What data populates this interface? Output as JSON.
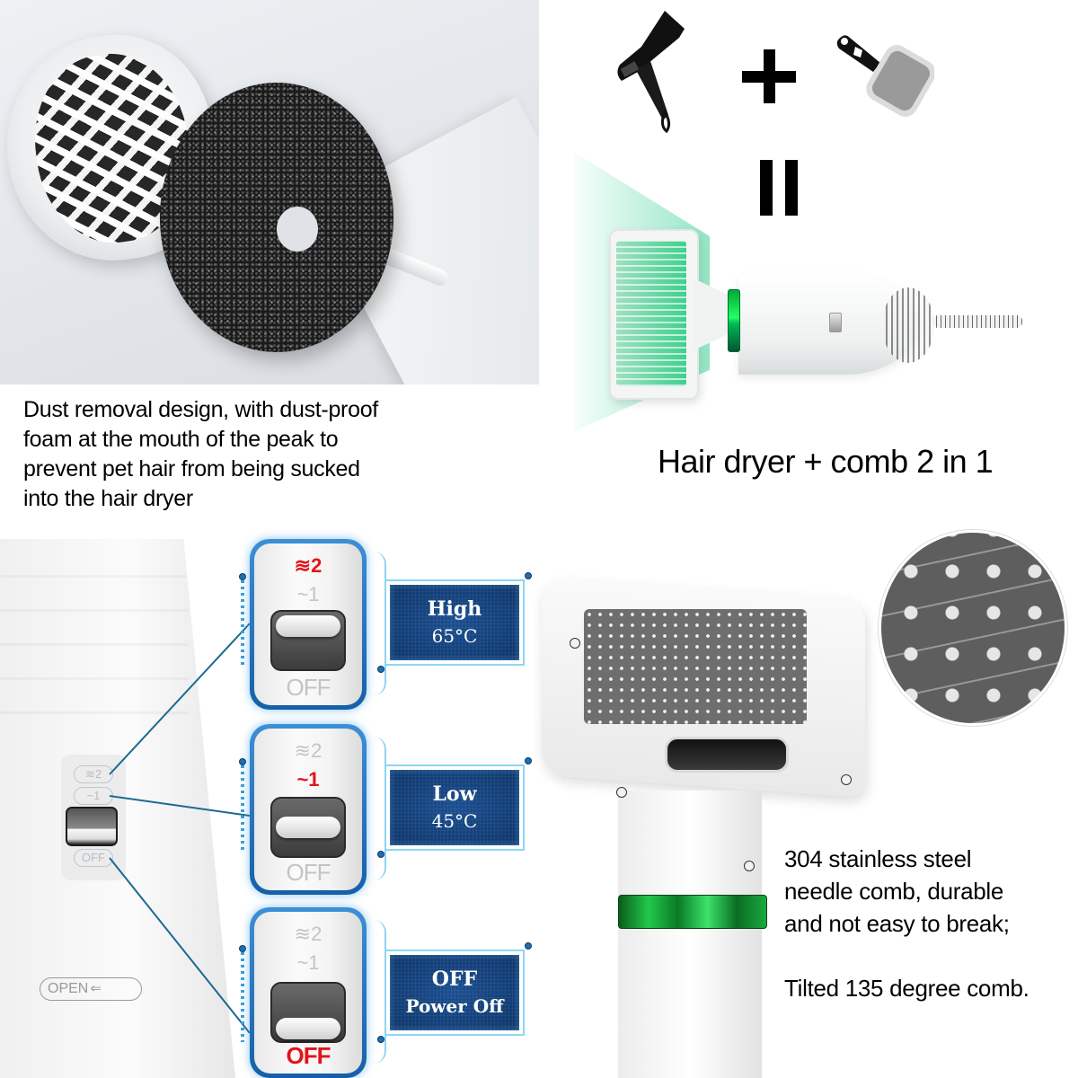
{
  "panels": {
    "dust_removal": {
      "caption_lines": [
        "Dust removal design, with dust-proof",
        "foam at the mouth of the peak to",
        "prevent pet hair from being sucked",
        "into the hair dryer"
      ]
    },
    "two_in_one": {
      "equation": {
        "left_item": "hair-dryer-icon",
        "operator_plus": "+",
        "right_item": "slicker-brush-icon",
        "operator_equals": "="
      },
      "caption": "Hair dryer + comb 2 in 1",
      "accent_color": "#3fd08f"
    },
    "switch_modes": {
      "handle_labels": {
        "level2": "≋2",
        "level1": "~1",
        "off": "OFF",
        "open": "OPEN",
        "open_arrow": "⇐"
      },
      "states": [
        {
          "level2": "≋2",
          "level1": "~1",
          "off": "OFF",
          "active": "level2",
          "title": "High",
          "detail": "65°C"
        },
        {
          "level2": "≋2",
          "level1": "~1",
          "off": "OFF",
          "active": "level1",
          "title": "Low",
          "detail": "45°C"
        },
        {
          "level2": "≋2",
          "level1": "~1",
          "off": "OFF",
          "active": "off",
          "title": "OFF",
          "detail": "Power Off"
        }
      ],
      "colors": {
        "active_text": "#e1141b",
        "inactive_text": "#c4c4c4",
        "card_border": "#1560a8",
        "info_panel": "#0d3468",
        "info_text": "#ffffff"
      }
    },
    "comb": {
      "caption_lines": [
        "304 stainless steel",
        "needle comb, durable",
        "and not easy to break;"
      ],
      "caption_secondary": "Tilted 135 degree comb.",
      "ring_color": "#22c84b"
    }
  }
}
